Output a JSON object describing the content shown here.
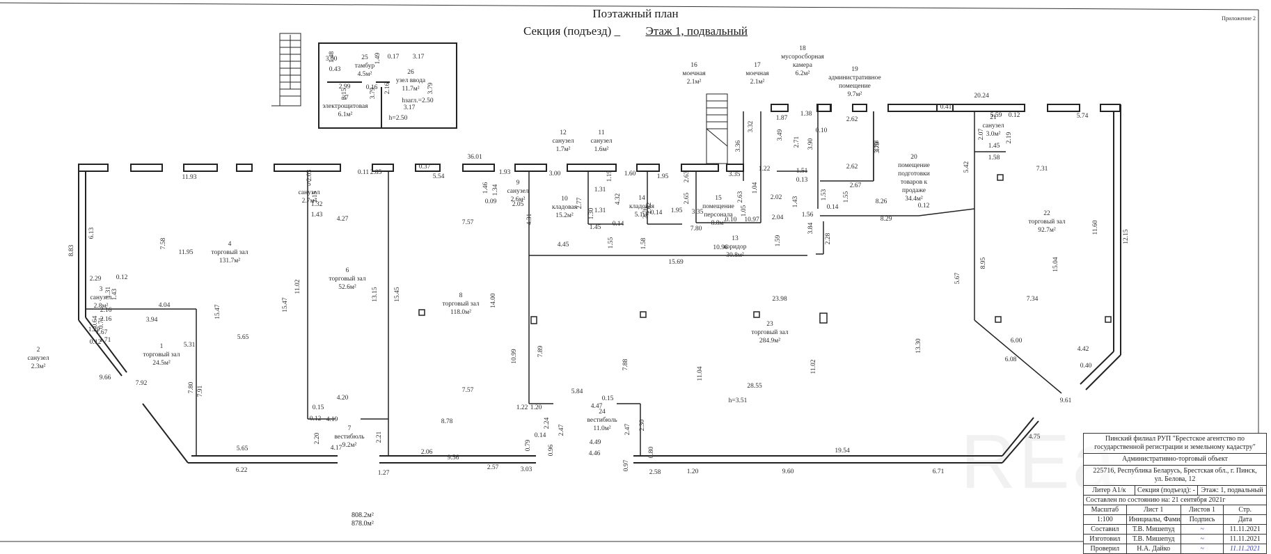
{
  "document": {
    "title": "Поэтажный план",
    "section_label": "Секция (подъезд) _",
    "floor_label": "Этаж 1, подвальный",
    "appendix": "Приложение 2",
    "watermark": "REa"
  },
  "rooms": [
    {
      "no": "1",
      "name": "торговый зал",
      "area": "24.5м²"
    },
    {
      "no": "2",
      "name": "санузел",
      "area": "2.3м²"
    },
    {
      "no": "3",
      "name": "санузел",
      "area": "2.8м²"
    },
    {
      "no": "4",
      "name": "торговый зал",
      "area": "131.7м²"
    },
    {
      "no": "5",
      "name": "санузел",
      "area": "2.7м²"
    },
    {
      "no": "6",
      "name": "торговый зал",
      "area": "52.6м²"
    },
    {
      "no": "7",
      "name": "вестибюль",
      "area": "9.2м²"
    },
    {
      "no": "8",
      "name": "торговый зал",
      "area": "118.0м²"
    },
    {
      "no": "9",
      "name": "санузел",
      "area": "2.6м²"
    },
    {
      "no": "10",
      "name": "кладовая",
      "area": "15.2м²"
    },
    {
      "no": "11",
      "name": "санузел",
      "area": "1.6м²"
    },
    {
      "no": "12",
      "name": "санузел",
      "area": "1.7м²"
    },
    {
      "no": "13",
      "name": "коридор",
      "area": "30.8м²"
    },
    {
      "no": "14",
      "name": "кладовая",
      "area": "5.1м²"
    },
    {
      "no": "15",
      "name": "помещение персонала",
      "area": "8.8м²"
    },
    {
      "no": "16",
      "name": "моечная",
      "area": "2.1м²"
    },
    {
      "no": "17",
      "name": "моечная",
      "area": "2.1м²"
    },
    {
      "no": "18",
      "name": "мусоросборная камера",
      "area": "6.2м²"
    },
    {
      "no": "19",
      "name": "административное помещение",
      "area": "9.7м²"
    },
    {
      "no": "20",
      "name": "помещение подготовки товаров к продаже",
      "area": "34.4м²"
    },
    {
      "no": "21",
      "name": "санузел",
      "area": "3.0м²"
    },
    {
      "no": "22",
      "name": "торговый зал",
      "area": "92.7м²"
    },
    {
      "no": "23",
      "name": "торговый зал",
      "area": "284.9м²"
    },
    {
      "no": "24",
      "name": "вестибюль",
      "area": "11.0м²"
    },
    {
      "no": "25",
      "name": "тамбур",
      "area": "4.5м²"
    },
    {
      "no": "26",
      "name": "узел ввода",
      "area": "11.7м²"
    },
    {
      "no": "27",
      "name": "электрощитовая",
      "area": "6.1м²"
    }
  ],
  "heights": {
    "main": "h=3.51",
    "annex": "h=2.50",
    "annex_buried": "hзагл.=2.50"
  },
  "totals": {
    "area_1": "808.2м²",
    "area_2": "878.0м²"
  },
  "dimensions": {
    "top": [
      "11.93",
      "36.01",
      "5.54",
      "0.37",
      "1.93",
      "3.00",
      "2.85",
      "0.11",
      "1.60",
      "1.95",
      "3.35",
      "5.59",
      "20.24",
      "0.41",
      "5.74",
      "0.12"
    ],
    "left": [
      "8.83",
      "6.13",
      "7.58",
      "11.95",
      "2.29",
      "0.12",
      "1.31",
      "1.43",
      "2.16",
      "2.16",
      "4.04",
      "3.94",
      "0.64",
      "0.71",
      "1.67",
      "1.29",
      "0.12",
      "1.71",
      "5.31",
      "9.66",
      "7.92",
      "7.80",
      "7.91",
      "15.47",
      "15.47",
      "5.65"
    ],
    "rooms_5_6": [
      "2.03",
      "2.15",
      "1.32",
      "1.43",
      "4.27",
      "11.02",
      "13.15",
      "15.45",
      "4.20",
      "0.15",
      "0.12",
      "4.19",
      "2.20",
      "2.21",
      "4.17",
      "5.65",
      "6.22"
    ],
    "room_8": [
      "7.57",
      "14.00",
      "7.57",
      "8.78",
      "1.46",
      "1.34",
      "0.09",
      "2.05",
      "4.31",
      "10.99",
      "7.89",
      "1.22",
      "2.06",
      "9.56",
      "1.27",
      "2.57",
      "3.03",
      "0.79",
      "0.96"
    ],
    "rooms_10_12": [
      "2.77",
      "1.30",
      "1.31",
      "1.31",
      "1.19",
      "4.32",
      "1.45",
      "0.14",
      "1.55",
      "4.45",
      "1.58"
    ],
    "rooms_13_15": [
      "2.76",
      "2.62",
      "0.14",
      "1.95",
      "2.63",
      "2.65",
      "3.35",
      "7.80",
      "0.10",
      "10.97",
      "10.96",
      "15.69",
      "1.59",
      "2.63",
      "1.05",
      "1.04"
    ],
    "rooms_16_19": [
      "3.36",
      "3.32",
      "1.87",
      "1.38",
      "3.49",
      "2.71",
      "1.22",
      "1.51",
      "0.13",
      "2.02",
      "1.43",
      "2.04",
      "1.56",
      "3.90",
      "0.10",
      "2.62",
      "2.62",
      "3.79",
      "3.88",
      "2.67",
      "1.53",
      "1.55",
      "0.14",
      "3.84",
      "2.28"
    ],
    "room_20_22": [
      "8.26",
      "8.29",
      "0.12",
      "5.42",
      "2.07",
      "1.45",
      "2.19",
      "1.58",
      "7.31",
      "5.67",
      "8.95",
      "15.04",
      "11.60",
      "12.15",
      "7.34",
      "6.00",
      "6.08",
      "4.42",
      "0.40",
      "9.61",
      "4.75"
    ],
    "room_23": [
      "23.98",
      "11.04",
      "28.55",
      "11.02",
      "13.30",
      "7.88",
      "5.84",
      "4.47",
      "0.15",
      "1.20",
      "2.24",
      "2.47",
      "0.14",
      "4.49",
      "4.46",
      "2.47",
      "2.30",
      "0.80",
      "0.97",
      "2.58",
      "1.20",
      "9.60",
      "19.54",
      "6.71"
    ],
    "annex": [
      "3.00",
      "1.48",
      "0.43",
      "0.17",
      "3.17",
      "1.49",
      "2.99",
      "0.16",
      "2.16",
      "2.15",
      "3.79",
      "3.79",
      "3.17"
    ]
  },
  "title_block": {
    "org_line1": "Пинский филиал РУП \"Брестское агентство по",
    "org_line2": "государственной регистрации и земельному кадастру\"",
    "object": "Административно-торговый объект",
    "address_line1": "225716, Республика Беларусь, Брестская обл., г. Пинск,",
    "address_line2": "ул. Белова, 12",
    "liter": "Литер А1/к",
    "section": "Секция (подъезд): -",
    "floor": "Этаж: 1, подвальный",
    "as_of": "Составлен по состоянию на: 21 сентября 2021г",
    "headers": [
      "Масштаб",
      "Лист      1",
      "Листов 1",
      "Стр."
    ],
    "subheaders": [
      "1:100",
      "Инициалы, Фамилия",
      "Подпись",
      "Дата"
    ],
    "rows": [
      {
        "role": "Составил",
        "name": "Т.В. Мишепуд",
        "date": "11.11.2021"
      },
      {
        "role": "Изготовил",
        "name": "Т.В. Мишепуд",
        "date": "11.11.2021"
      },
      {
        "role": "Проверил",
        "name": "Н.А. Дайко",
        "date": "11.11.2021"
      }
    ]
  }
}
